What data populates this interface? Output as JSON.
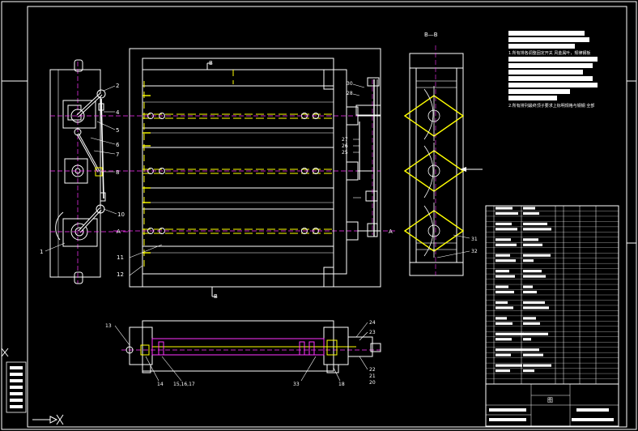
{
  "drawing": {
    "section_label": "B—B",
    "top_view_marks": {
      "top": "B",
      "bottom": "B",
      "left": "A",
      "right": "A"
    },
    "notes": [
      "1.所有排各调整固定开关 风金属叶，规律钢板",
      "2.所有排列最终顶子要求上标明规格与钢钢 全部"
    ],
    "callouts_front": [
      "2",
      "4",
      "5",
      "6",
      "7",
      "8",
      "10",
      "1",
      "11",
      "12"
    ],
    "callouts_right": [
      "30",
      "28",
      "27",
      "26",
      "25",
      "31",
      "32"
    ],
    "callouts_bottom": [
      "13",
      "14",
      "15,16,17",
      "33",
      "18",
      "24",
      "23",
      "22",
      "21",
      "20"
    ],
    "title_block_sheet": "图"
  }
}
